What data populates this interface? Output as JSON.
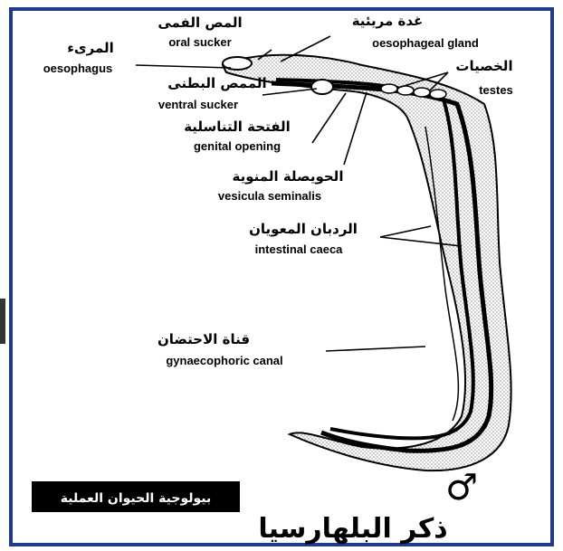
{
  "labels": {
    "oral_sucker": {
      "ar": "المص الفمى",
      "en": "oral sucker"
    },
    "oesophageal_gland": {
      "ar": "غدة مريئية",
      "en": "oesophageal gland"
    },
    "oesophagus": {
      "ar": "المرىء",
      "en": "oesophagus"
    },
    "testes": {
      "ar": "الخصيات",
      "en": "testes"
    },
    "ventral_sucker": {
      "ar": "الممص البطنى",
      "en": "ventral sucker"
    },
    "genital_opening": {
      "ar": "الفتحة التناسلية",
      "en": "genital opening"
    },
    "vesicula_seminalis": {
      "ar": "الحويصلة المنوية",
      "en": "vesicula seminalis"
    },
    "intestinal_caeca": {
      "ar": "الردبان المعويان",
      "en": "intestinal caeca"
    },
    "gynaecophoric_canal": {
      "ar": "قناة الاحتضان",
      "en": "gynaecophoric canal"
    }
  },
  "badge": "بيولوجية الحيوان العملية",
  "caption": "ذكر البلهارسيا",
  "symbol": "♂",
  "colors": {
    "frame": "#1f3b8c",
    "ink": "#000000",
    "badge_bg": "#000000",
    "badge_text": "#ffffff"
  }
}
